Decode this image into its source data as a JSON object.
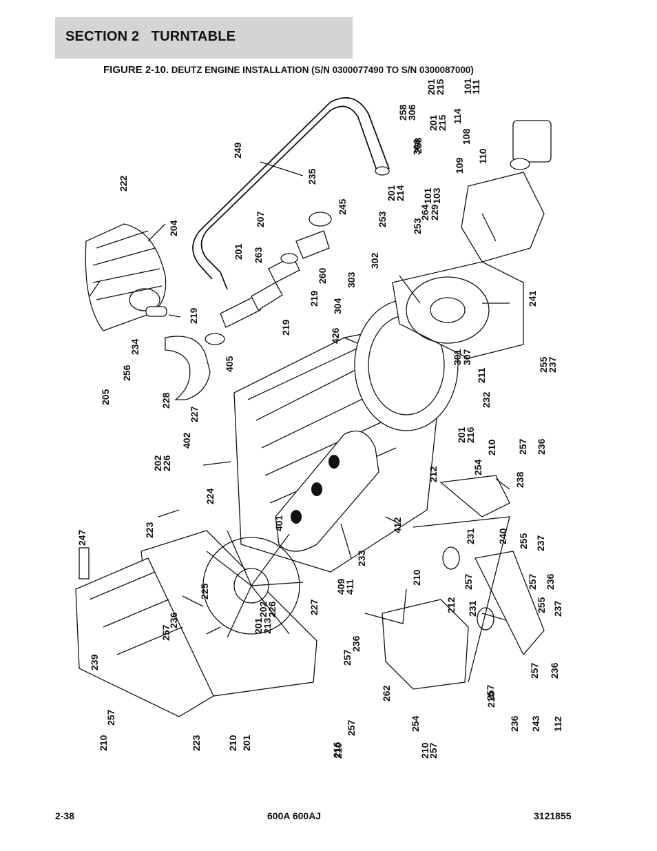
{
  "header": {
    "section_title": "SECTION 2   TURNTABLE",
    "figure_number": "FIGURE 2-10.",
    "figure_title": " DEUTZ ENGINE INSTALLATION (S/N 0300077490 TO S/N 0300087000)"
  },
  "footer": {
    "page_number": "2-38",
    "models": "600A 600AJ",
    "document_number": "3121855"
  },
  "callouts": [
    "201",
    "215",
    "101",
    "111",
    "258",
    "306",
    "201",
    "215",
    "114",
    "258",
    "306",
    "108",
    "249",
    "110",
    "235",
    "245",
    "109",
    "207",
    "201",
    "214",
    "101",
    "103",
    "264",
    "229",
    "201",
    "263",
    "253",
    "253",
    "260",
    "302",
    "222",
    "204",
    "303",
    "219",
    "304",
    "219",
    "241",
    "219",
    "426",
    "205",
    "256",
    "234",
    "228",
    "405",
    "301",
    "307",
    "211",
    "255",
    "237",
    "232",
    "227",
    "201",
    "216",
    "210",
    "257",
    "236",
    "402",
    "202",
    "226",
    "212",
    "254",
    "238",
    "224",
    "412",
    "223",
    "401",
    "231",
    "240",
    "255",
    "237",
    "247",
    "210",
    "257",
    "257",
    "236",
    "225",
    "202",
    "226",
    "227",
    "409",
    "411",
    "233",
    "212",
    "231",
    "201",
    "213",
    "236",
    "257",
    "255",
    "237",
    "239",
    "236",
    "257",
    "257",
    "236",
    "210",
    "257",
    "262",
    "257",
    "210",
    "254",
    "257",
    "210",
    "236",
    "243",
    "112",
    "223",
    "210",
    "201",
    "216",
    "210",
    "257"
  ]
}
